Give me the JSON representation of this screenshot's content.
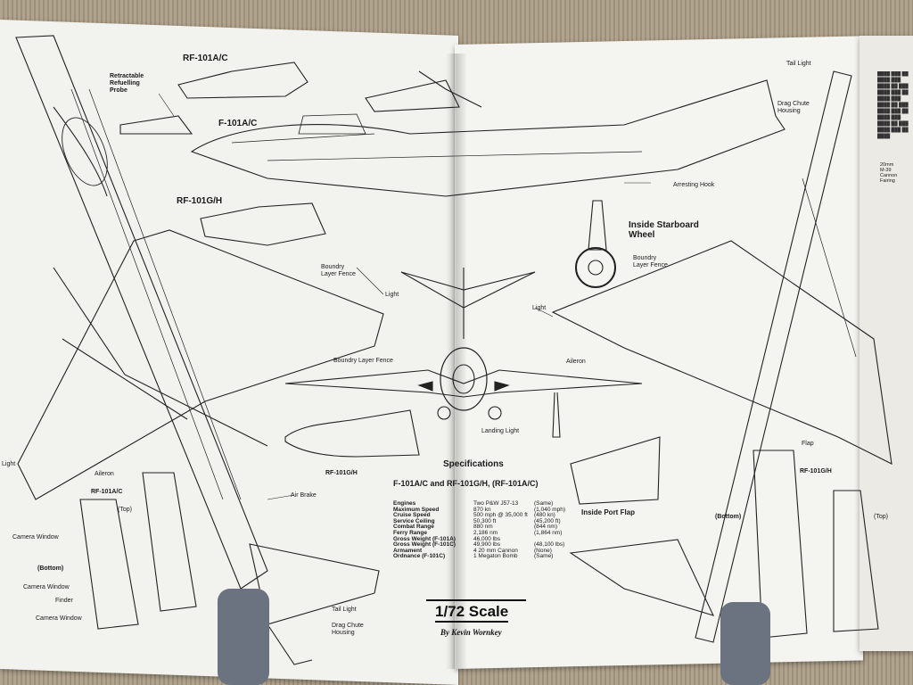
{
  "labels": {
    "rf101ac_top": "RF-101A/C",
    "retractable_probe": "Retractable\nRefuelling\nProbe",
    "f101ac": "F-101A/C",
    "rf101gh_top": "RF-101G/H",
    "boundry_layer_fence_left": "Boundry\nLayer Fence",
    "light_left_wing": "Light",
    "boundry_layer_fence_center": "Boundry Layer Fence",
    "rf101gh_nose": "RF-101G/H",
    "light_far_left": "Light",
    "aileron_left": "Aileron",
    "rf101ac_bottom_left": "RF-101A/C",
    "top_left": "(Top)",
    "camera_window_1": "Camera Window",
    "bottom_left": "(Bottom)",
    "camera_window_2": "Camera Window",
    "finder": "Finder",
    "camera_window_3": "Camera Window",
    "air_brake": "Air Brake",
    "tail_light_left": "Tail Light",
    "drag_chute_left": "Drag Chute\nHousing",
    "landing_light": "Landing Light",
    "tail_light_right": "Tail Light",
    "drag_chute_right": "Drag Chute\nHousing",
    "arresting_hook": "Arresting Hook",
    "inside_starboard_wheel": "Inside Starboard\nWheel",
    "boundry_layer_fence_right": "Boundry\nLayer Fence",
    "light_right": "Light",
    "aileron_right": "Aileron",
    "cannon_ports": "20mm\nM-39\nCannon\nFairing",
    "flap": "Flap",
    "inside_port_flap": "Inside Port Flap",
    "rf101gh_right": "RF-101G/H",
    "bottom_right": "(Bottom)",
    "top_right": "(Top)"
  },
  "specs": {
    "title": "Specifications",
    "subtitle": "F-101A/C and RF-101G/H, (RF-101A/C)",
    "rows": [
      {
        "name": "Engines",
        "a": "Two P&W J57-13",
        "b": "(Same)"
      },
      {
        "name": "Maximum Speed",
        "a": "870 kn",
        "b": "(1,040 mph)"
      },
      {
        "name": "Cruise Speed",
        "a": "500 mph @ 35,000 ft",
        "b": "(480 kn)"
      },
      {
        "name": "Service Ceiling",
        "a": "50,300 ft",
        "b": "(45,200 ft)"
      },
      {
        "name": "Combat Range",
        "a": "880 nm",
        "b": "(844 nm)"
      },
      {
        "name": "Ferry Range",
        "a": "2,186 nm",
        "b": "(1,864 nm)"
      },
      {
        "name": "Gross Weight (F-101A)",
        "a": "46,000 lbs",
        "b": ""
      },
      {
        "name": "Gross Weight (F-101C)",
        "a": "49,900 lbs",
        "b": "(48,100 lbs)"
      },
      {
        "name": "Armament",
        "a": "4 20 mm Cannon",
        "b": "(None)"
      },
      {
        "name": "Ordnance (F-101C)",
        "a": "1 Megaton Bomb",
        "b": "(Same)"
      }
    ]
  },
  "scale": "1/72 Scale",
  "author": "By Kevin Wornkey"
}
